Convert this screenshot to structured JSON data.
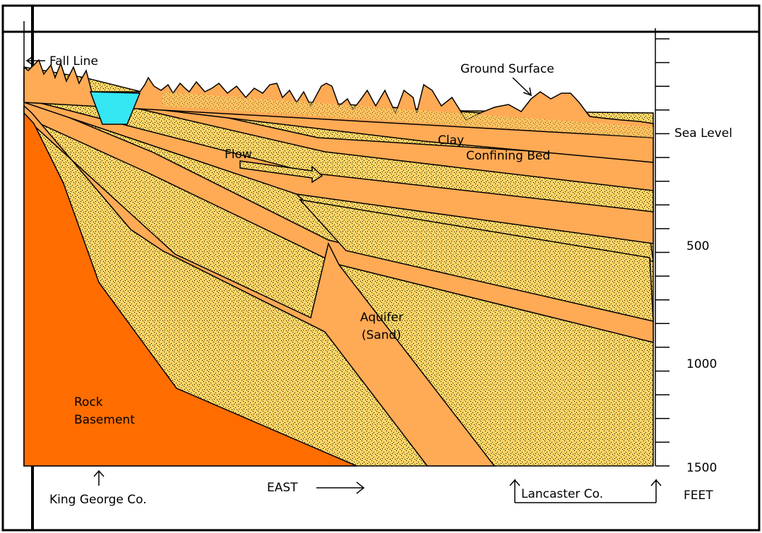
{
  "labels": {
    "fall_line": "Fall Line",
    "ground_surface": "Ground Surface",
    "sea_level": "Sea Level",
    "clay_line1": "Clay",
    "clay_line2": "Confining Bed",
    "flow": "Flow",
    "aquifer_line1": "Aquifer",
    "aquifer_line2": "(Sand)",
    "rock_line1": "Rock",
    "rock_line2": "Basement",
    "king_george": "King George Co.",
    "east": "EAST",
    "lancaster": "Lancaster Co.",
    "feet": "FEET"
  },
  "depth_scale": {
    "unit": "FEET",
    "tick_labels": [
      "500",
      "1000",
      "1500"
    ]
  },
  "colors": {
    "rock": "#ff6d00",
    "clay": "#ffaa55",
    "sand": "#ffd566",
    "water": "#35e6f3",
    "ink": "#000000",
    "background": "#ffffff"
  }
}
